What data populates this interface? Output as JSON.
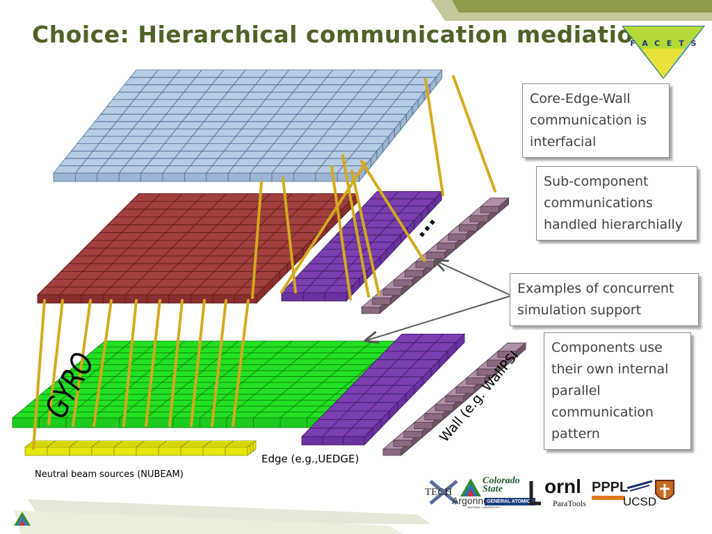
{
  "title": "Choice: Hierarchical communication mediation",
  "logo": {
    "letters": [
      "F",
      "A",
      "C",
      "E",
      "T",
      "S"
    ]
  },
  "callouts": {
    "core_edge_wall": "Core-Edge-Wall communication is interfacial",
    "subcomponent": "Sub-component communications handled hierarchially",
    "concurrent": "Examples of concurrent simulation support",
    "components": "Components use their own internal parallel communication pattern"
  },
  "labels": {
    "gyro": "GYRO",
    "wall": "Wall (e.g. WallPSI",
    "edge": "Edge (e.g.,UEDGE)",
    "nubeam": "Neutral beam sources (NUBEAM)",
    "ellipsis": "..."
  },
  "partner_logos": {
    "tech_x": "TECH",
    "argonne": "Argonne",
    "argonne_sub": "NATIONAL LABORATORY",
    "colorado": "Colorado State",
    "general_atomics": "GENERAL ATOMICS",
    "ornl": "ornl",
    "paratools": "ParaTools",
    "pppl": "PPPL",
    "ucsd": "UCSD"
  },
  "colors": {
    "title": "#4f6228",
    "core_grid": "#b8cce4",
    "core_edge": "#6e8fb5",
    "red_grid": "#a0403f",
    "purple_grid": "#7b3fb0",
    "green_grid": "#22e022",
    "yellow_grid": "#f5f500",
    "wall_block": "#8a6a80",
    "connector": "#d4a91d"
  }
}
